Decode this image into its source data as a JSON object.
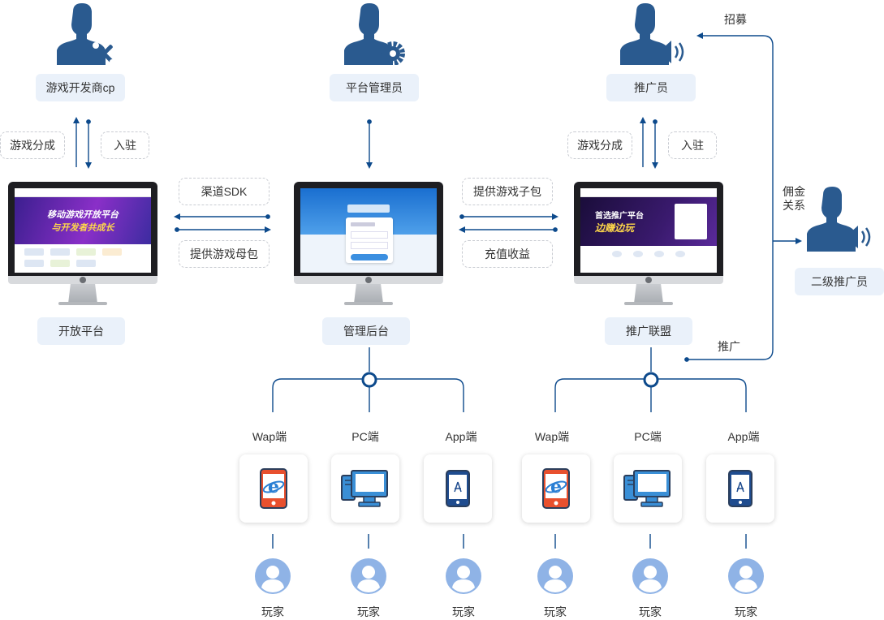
{
  "colors": {
    "primary": "#2a5a8f",
    "pill_bg": "#eaf1fa",
    "line": "#0d4a8c",
    "ie_orange": "#e8502e",
    "pc_blue": "#3a8fd6",
    "app_navy": "#1f4c8f",
    "avatar": "#8fb3e6"
  },
  "roles": {
    "developer": {
      "label": "游戏开发商cp",
      "icon": "developer-wrench-icon"
    },
    "admin": {
      "label": "平台管理员",
      "icon": "admin-gear-icon"
    },
    "promoter": {
      "label": "推广员",
      "icon": "promoter-speaker-icon"
    },
    "sub_promoter": {
      "label": "二级推广员",
      "icon": "sub-promoter-speaker-icon"
    }
  },
  "platforms": {
    "open": "开放平台",
    "admin": "管理后台",
    "union": "推广联盟"
  },
  "flows": {
    "dev_left": "游戏分成",
    "dev_right": "入驻",
    "promo_left": "游戏分成",
    "promo_right": "入驻",
    "channel_sdk": "渠道SDK",
    "mother_pack": "提供游戏母包",
    "sub_pack": "提供游戏子包",
    "recharge": "充值收益",
    "recruit": "招募",
    "commission": [
      "佣金",
      "关系"
    ],
    "promote": "推广"
  },
  "clients": [
    {
      "label": "Wap端",
      "icon": "mobile-ie-icon"
    },
    {
      "label": "PC端",
      "icon": "desktop-pc-icon"
    },
    {
      "label": "App端",
      "icon": "mobile-app-icon"
    },
    {
      "label": "Wap端",
      "icon": "mobile-ie-icon"
    },
    {
      "label": "PC端",
      "icon": "desktop-pc-icon"
    },
    {
      "label": "App端",
      "icon": "mobile-app-icon"
    }
  ],
  "player_label": "玩家",
  "screens": {
    "open_banner": [
      "移动游戏开放平台",
      "与开发者共成长"
    ],
    "union_banner": [
      "首选推广平台",
      "边赚边玩"
    ]
  }
}
